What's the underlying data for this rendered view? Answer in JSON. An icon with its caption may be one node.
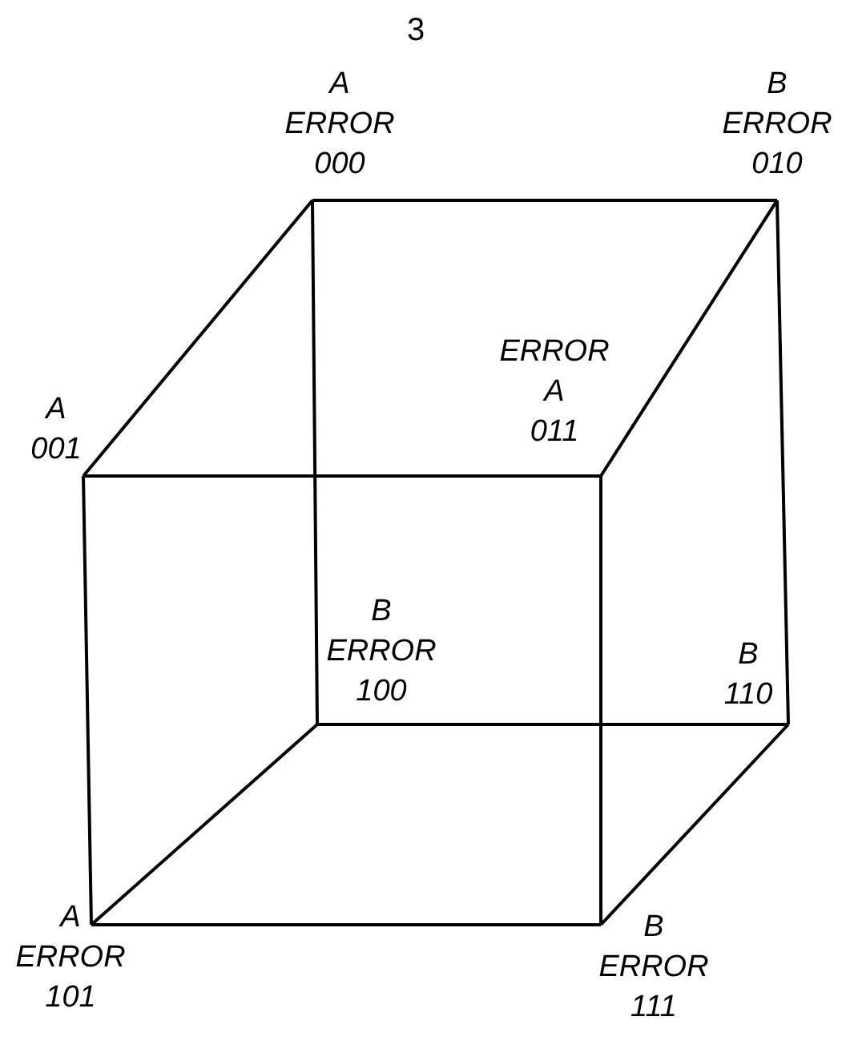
{
  "diagram": {
    "nodes": [
      {
        "text": [
          "A",
          "ERROR",
          "000"
        ]
      },
      {
        "text": [
          "B",
          "ERROR",
          "010"
        ]
      },
      {
        "text": [
          "A",
          "001"
        ]
      },
      {
        "text": [
          "ERROR",
          "A",
          "011"
        ]
      },
      {
        "text": [
          "B",
          "ERROR",
          "100"
        ]
      },
      {
        "text": [
          "B",
          "110"
        ]
      },
      {
        "text": [
          "A",
          "ERROR",
          "101"
        ]
      },
      {
        "text": [
          "B",
          "ERROR",
          "111"
        ]
      }
    ],
    "edges": [
      {
        "from": 0,
        "to": 1,
        "arrow": "none"
      },
      {
        "from": 0,
        "to": 2,
        "arrow": "none"
      },
      {
        "from": 1,
        "to": 3,
        "arrow": "none"
      },
      {
        "from": 2,
        "to": 3,
        "arrow": "none"
      },
      {
        "from": 0,
        "to": 4,
        "arrow": "none"
      },
      {
        "from": 1,
        "to": 5,
        "arrow": "none"
      },
      {
        "from": 2,
        "to": 6,
        "arrow": "none"
      },
      {
        "from": 3,
        "to": 7,
        "arrow": "none"
      },
      {
        "from": 4,
        "to": 5,
        "arrow": "none"
      },
      {
        "from": 4,
        "to": 6,
        "arrow": "none"
      },
      {
        "from": 5,
        "to": 7,
        "arrow": "none"
      },
      {
        "from": 6,
        "to": 7,
        "arrow": "none"
      }
    ],
    "labels": [
      "3"
    ]
  }
}
